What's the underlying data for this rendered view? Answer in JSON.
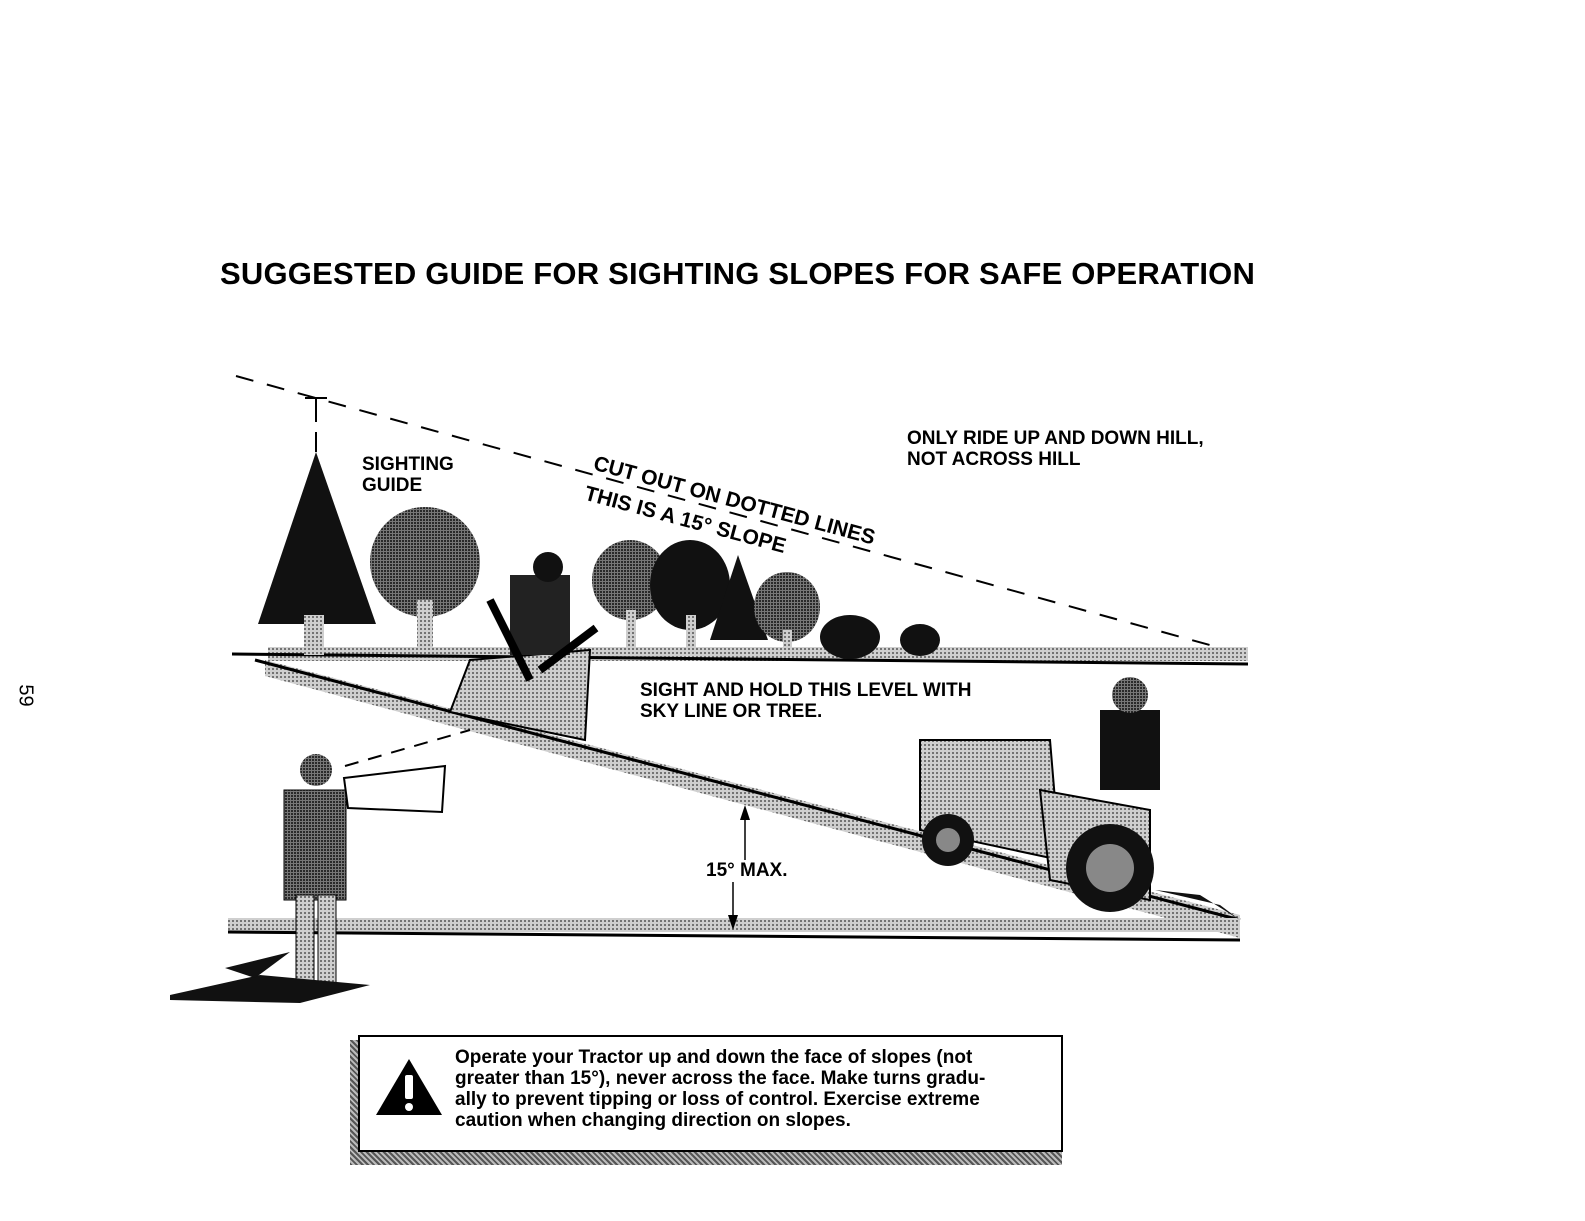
{
  "page": {
    "title": "SUGGESTED GUIDE FOR SIGHTING SLOPES FOR SAFE OPERATION",
    "page_number": "59"
  },
  "illustration": {
    "sighting_guide": [
      "SIGHTING",
      "GUIDE"
    ],
    "cut_out_line": "CUT OUT ON DOTTED LINES",
    "slope_line": "THIS IS A 15° SLOPE",
    "ride_instruction": [
      "ONLY RIDE UP AND DOWN HILL,",
      "NOT ACROSS HILL"
    ],
    "sight_instruction": [
      "SIGHT AND HOLD THIS LEVEL WITH",
      "SKY LINE OR TREE."
    ],
    "angle_label": "15° MAX."
  },
  "warning": {
    "icon": "warning-triangle-icon",
    "lines": [
      "Operate your Tractor up and down the face of slopes (not",
      "greater than 15°), never across the face. Make turns gradu-",
      "ally to prevent tipping or loss of control. Exercise extreme",
      "caution when changing direction on slopes."
    ]
  }
}
